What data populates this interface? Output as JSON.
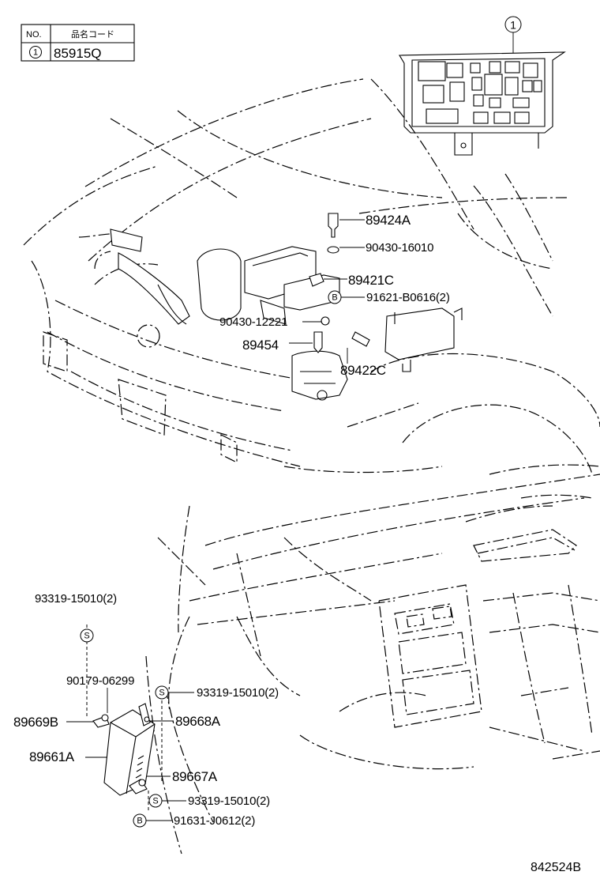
{
  "table": {
    "header_no": "NO.",
    "header_code": "品名コード",
    "row_no": "1",
    "row_code": "85915Q"
  },
  "callout_top": "1",
  "labels": {
    "p89424A": "89424A",
    "p90430_16010": "90430-16010",
    "p89421C": "89421C",
    "p91621_B0616": "91621-B0616(2)",
    "p90430_12221": "90430-12221",
    "p89454": "89454",
    "p89422C": "89422C",
    "p93319_a": "93319-15010(2)",
    "p90179": "90179-06299",
    "p93319_b": "93319-15010(2)",
    "p89669B": "89669B",
    "p89668A": "89668A",
    "p89661A": "89661A",
    "p89667A": "89667A",
    "p93319_c": "93319-15010(2)",
    "p91631": "91631-J0612(2)"
  },
  "symbols": {
    "s": "S",
    "b": "B"
  },
  "reference": "842524B"
}
